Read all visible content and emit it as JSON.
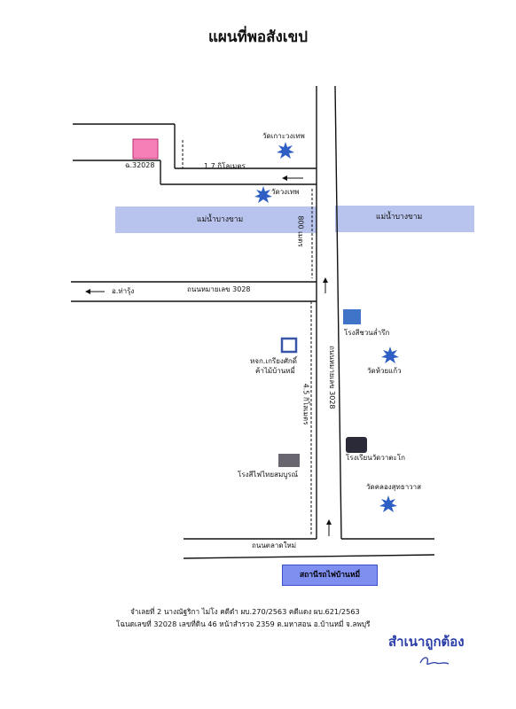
{
  "title": "แผนที่พอสังเขป",
  "map": {
    "parcel_label": "ฉ.32028",
    "distance_top": "1.7 กิโลเมตร",
    "temple_top": "วัดเกาะวงเทพ",
    "temple_vongthep": "วัดวงเทพ",
    "river_left": "แม่น้ำบางขาม",
    "river_right": "แม่น้ำบางขาม",
    "distance_800": "800 เมตร",
    "road_label": "ถนนหมายเลข 3028",
    "to_tharung": "อ.ท่ารุ้ง",
    "road_vertical": "ถนนหมายเลข 3028",
    "distance_45": "4.5 กิโลเมตร",
    "rice_mill": "โรงสีชวนล่ำรึก",
    "temple_huaikaeo": "วัดห้วยแก้ว",
    "partnership_line1": "หจก.เกรียงศักดิ์",
    "partnership_line2": "ค้าไม้บ้านหมี่",
    "school": "โรงเรียนวัดวาตะโก",
    "thaisompoon": "โรงสีไฟไทยสมบูรณ์",
    "temple_khlong": "วัดคลองสุทธาวาส",
    "market_road": "ถนนตลาดใหม่",
    "station": "สถานีรถไฟบ้านหมี่"
  },
  "footer": {
    "line1": "จำเลยที่ 2 นางณัฐริกา ไม่โง คดีดำ ผบ.270/2563  คดีแดง ผบ.621/2563",
    "line2": "โฉนดเลขที่ 32028 เลขที่ดิน 46 หน้าสำรวจ 2359 ต.มหาสอน อ.บ้านหมี่ จ.ลพบุรี",
    "certified": "สำเนาถูกต้อง"
  },
  "colors": {
    "river": "#b9c4ee",
    "parcel": "#f57fb6",
    "temple_star": "#2f5fc4",
    "rice_mill": "#3f74c8",
    "school": "#2a2a38",
    "thaisompoon": "#6a6670",
    "partnership": "#3a55a8",
    "station": "#7f8ff0",
    "certified": "#2a3ea8"
  }
}
